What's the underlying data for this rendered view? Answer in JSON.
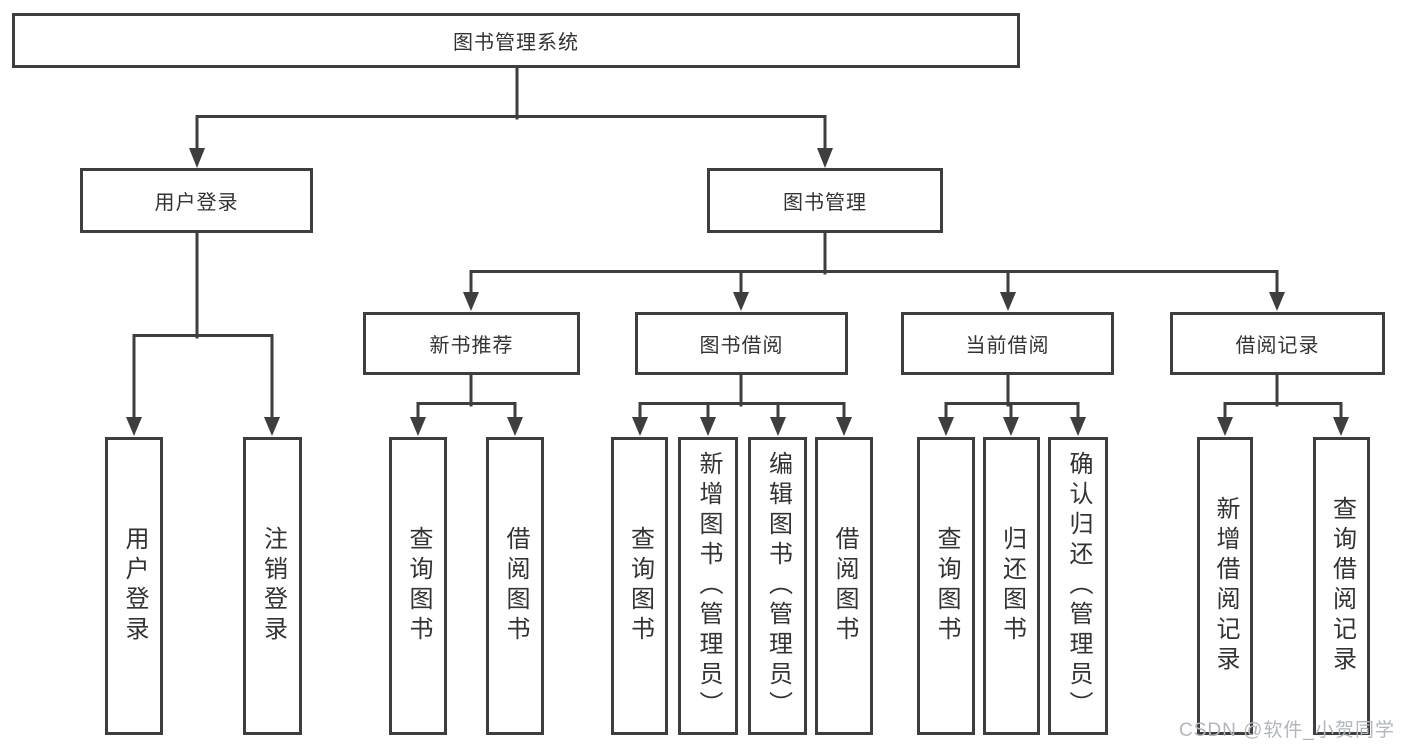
{
  "diagram": {
    "title": "图书管理系统",
    "branches": [
      {
        "label": "用户登录",
        "children": [
          "用户登录",
          "注销登录"
        ]
      },
      {
        "label": "图书管理",
        "groups": [
          {
            "label": "新书推荐",
            "children": [
              "查询图书",
              "借阅图书"
            ]
          },
          {
            "label": "图书借阅",
            "children": [
              "查询图书",
              "新增图书（管理员）",
              "编辑图书（管理员）",
              "借阅图书"
            ]
          },
          {
            "label": "当前借阅",
            "children": [
              "查询图书",
              "归还图书",
              "确认归还（管理员）"
            ]
          },
          {
            "label": "借阅记录",
            "children": [
              "新增借阅记录",
              "查询借阅记录"
            ]
          }
        ]
      }
    ],
    "colors": {
      "line": "#3e3e3e",
      "box_border": "#3e3e3e",
      "box_fill": "#ffffff",
      "text": "#333333"
    }
  },
  "watermark": {
    "text": "CSDN @软件_小贺同学",
    "color": "#b3b6bc"
  }
}
